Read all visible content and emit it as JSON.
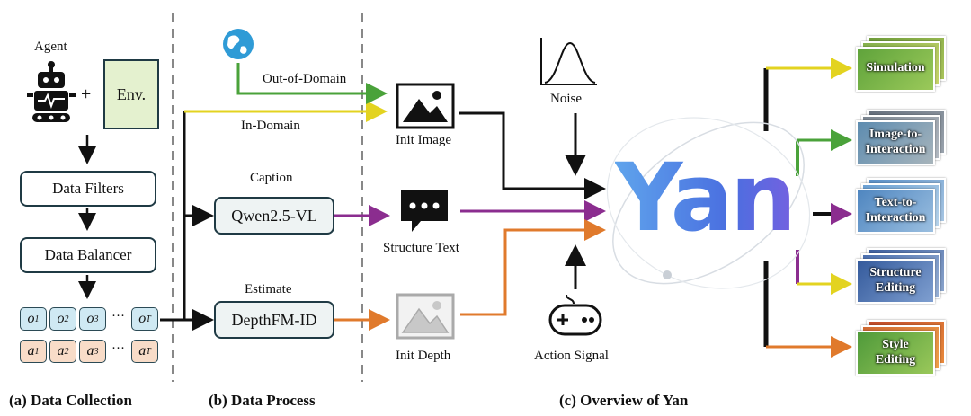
{
  "section_a": {
    "agent_label": "Agent",
    "plus": "+",
    "env_label": "Env.",
    "filters_label": "Data Filters",
    "balancer_label": "Data Balancer",
    "obs_row": [
      "o",
      "o",
      "o",
      "o"
    ],
    "obs_subs": [
      "1",
      "2",
      "3",
      "T"
    ],
    "act_row": [
      "a",
      "a",
      "a",
      "a"
    ],
    "act_subs": [
      "1",
      "2",
      "3",
      "T"
    ],
    "ellipsis": "···",
    "caption": "(a) Data Collection"
  },
  "section_b": {
    "out_domain_label": "Out-of-Domain",
    "in_domain_label": "In-Domain",
    "caption_label": "Caption",
    "qwen_label": "Qwen2.5-VL",
    "estimate_label": "Estimate",
    "depth_label": "DepthFM-ID",
    "caption": "(b) Data Process"
  },
  "section_c": {
    "init_image_label": "Init Image",
    "noise_label": "Noise",
    "structure_text_label": "Structure Text",
    "init_depth_label": "Init Depth",
    "action_signal_label": "Action Signal",
    "logo_text": "Yan",
    "outputs": [
      {
        "label": "Simulation",
        "color": "#e3d320"
      },
      {
        "label": "Image-to-\nInteraction",
        "color": "#4aa23a"
      },
      {
        "label": "Text-to-\nInteraction",
        "color": "#8b2d8f"
      },
      {
        "label": "Structure\nEditing",
        "color": "#e3d320"
      },
      {
        "label": "Style\nEditing",
        "color": "#e07a2c"
      }
    ],
    "caption": "(c) Overview of Yan"
  },
  "colors": {
    "green": "#4aa23a",
    "yellow": "#e3d320",
    "purple": "#8b2d8f",
    "orange": "#e07a2c",
    "black": "#111111",
    "env_fill": "#e4f1cf",
    "logo_blue": "#4d8ee6"
  },
  "icons": [
    "robot-icon",
    "globe-icon",
    "image-icon",
    "noise-curve-icon",
    "chat-bubble-icon",
    "depth-image-icon",
    "gamepad-icon"
  ]
}
